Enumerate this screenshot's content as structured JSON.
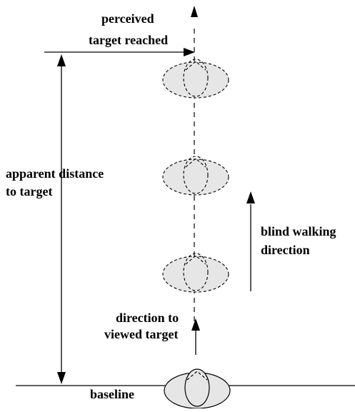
{
  "labels": {
    "perceived_target_line1": "perceived",
    "perceived_target_line2": "target reached",
    "apparent_distance_line1": "apparent distance",
    "apparent_distance_line2": "to target",
    "blind_walking_line1": "blind walking",
    "blind_walking_line2": "direction",
    "direction_viewed_line1": "direction to",
    "direction_viewed_line2": "viewed target",
    "baseline": "baseline"
  },
  "colors": {
    "ink": "#000000",
    "head_fill_dashed": "#e6e6e6",
    "head_fill_solid": "#e6e6e6"
  },
  "figures": {
    "dashed_head_count": 3,
    "solid_head_count": 1
  }
}
